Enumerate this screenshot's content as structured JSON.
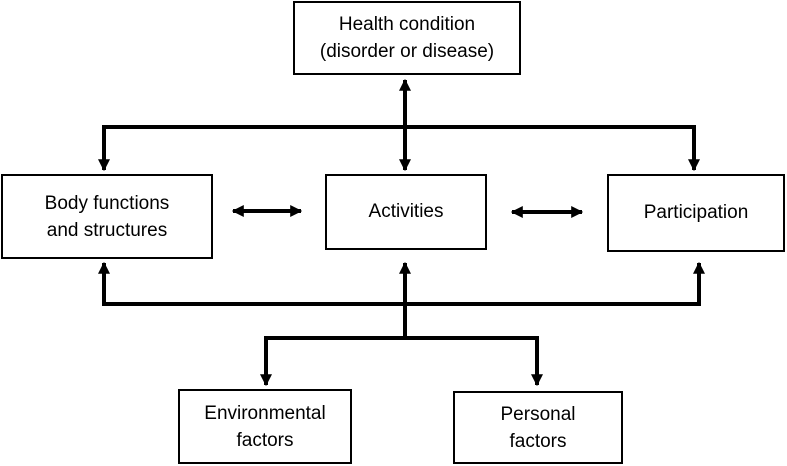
{
  "diagram": {
    "health_condition": {
      "line1": "Health condition",
      "line2": "(disorder or disease)"
    },
    "body_functions": {
      "line1": "Body functions",
      "line2": "and structures"
    },
    "activities": {
      "label": "Activities"
    },
    "participation": {
      "label": "Participation"
    },
    "environmental_factors": {
      "line1": "Environmental",
      "line2": "factors"
    },
    "personal_factors": {
      "line1": "Personal",
      "line2": "factors"
    },
    "colors": {
      "stroke": "#000000",
      "box_fill": "#ffffff",
      "text": "#000000"
    }
  }
}
